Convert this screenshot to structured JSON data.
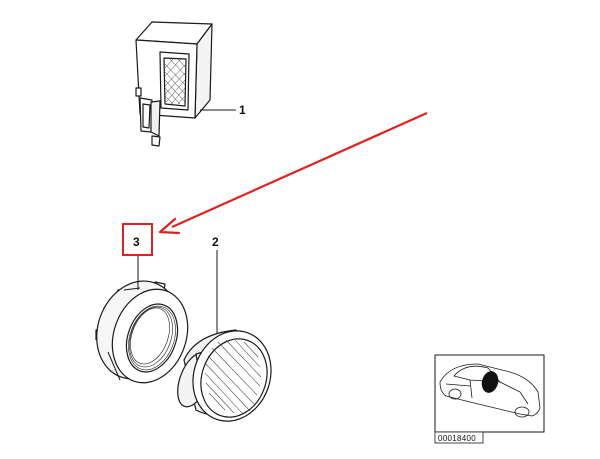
{
  "diagram": {
    "callouts": [
      {
        "label": "1",
        "part": "sensor-module"
      },
      {
        "label": "2",
        "part": "round-grille-cap"
      },
      {
        "label": "3",
        "part": "threaded-mounting-ring"
      }
    ],
    "highlight": {
      "target_label": "3",
      "color": "#e32020"
    },
    "thumbnail": {
      "code": "00018400",
      "marker_color": "#111111"
    }
  }
}
